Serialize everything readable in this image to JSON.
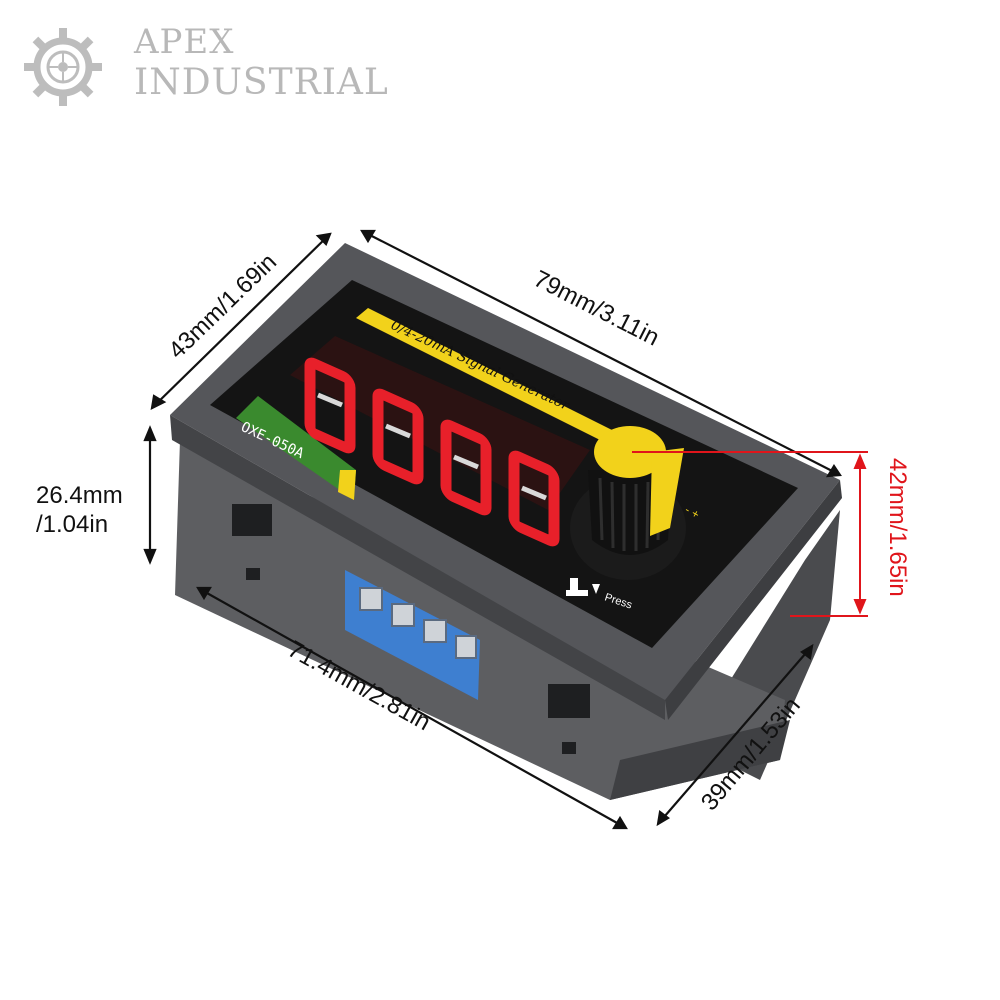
{
  "brand": {
    "line1": "APEX",
    "line2": "INDUSTRIAL",
    "icon": "gear-icon"
  },
  "product": {
    "panel_title": "0/4-20mA Signal Generator",
    "model": "OXE-050A",
    "display_digits": [
      "0",
      "0",
      "0",
      "0"
    ],
    "knob_marks": "- +",
    "press_label": "Press",
    "press_icon": "press-hand-icon"
  },
  "dimensions": {
    "depth_top": "43mm/1.69in",
    "width_top": "79mm/3.11in",
    "height_left_line1": "26.4mm",
    "height_left_line2": "/1.04in",
    "height_right": "42mm/1.65in",
    "width_bottom": "71.4mm/2.81in",
    "depth_bottom": "39mm/1.53in"
  },
  "colors": {
    "housing": "#5c5d60",
    "bezel": "#4f5053",
    "panel": "#121212",
    "digit_on": "#e8202a",
    "knob_cap": "#f2d21b",
    "terminal": "#3e7fd0",
    "accent_red": "#e0151b"
  }
}
